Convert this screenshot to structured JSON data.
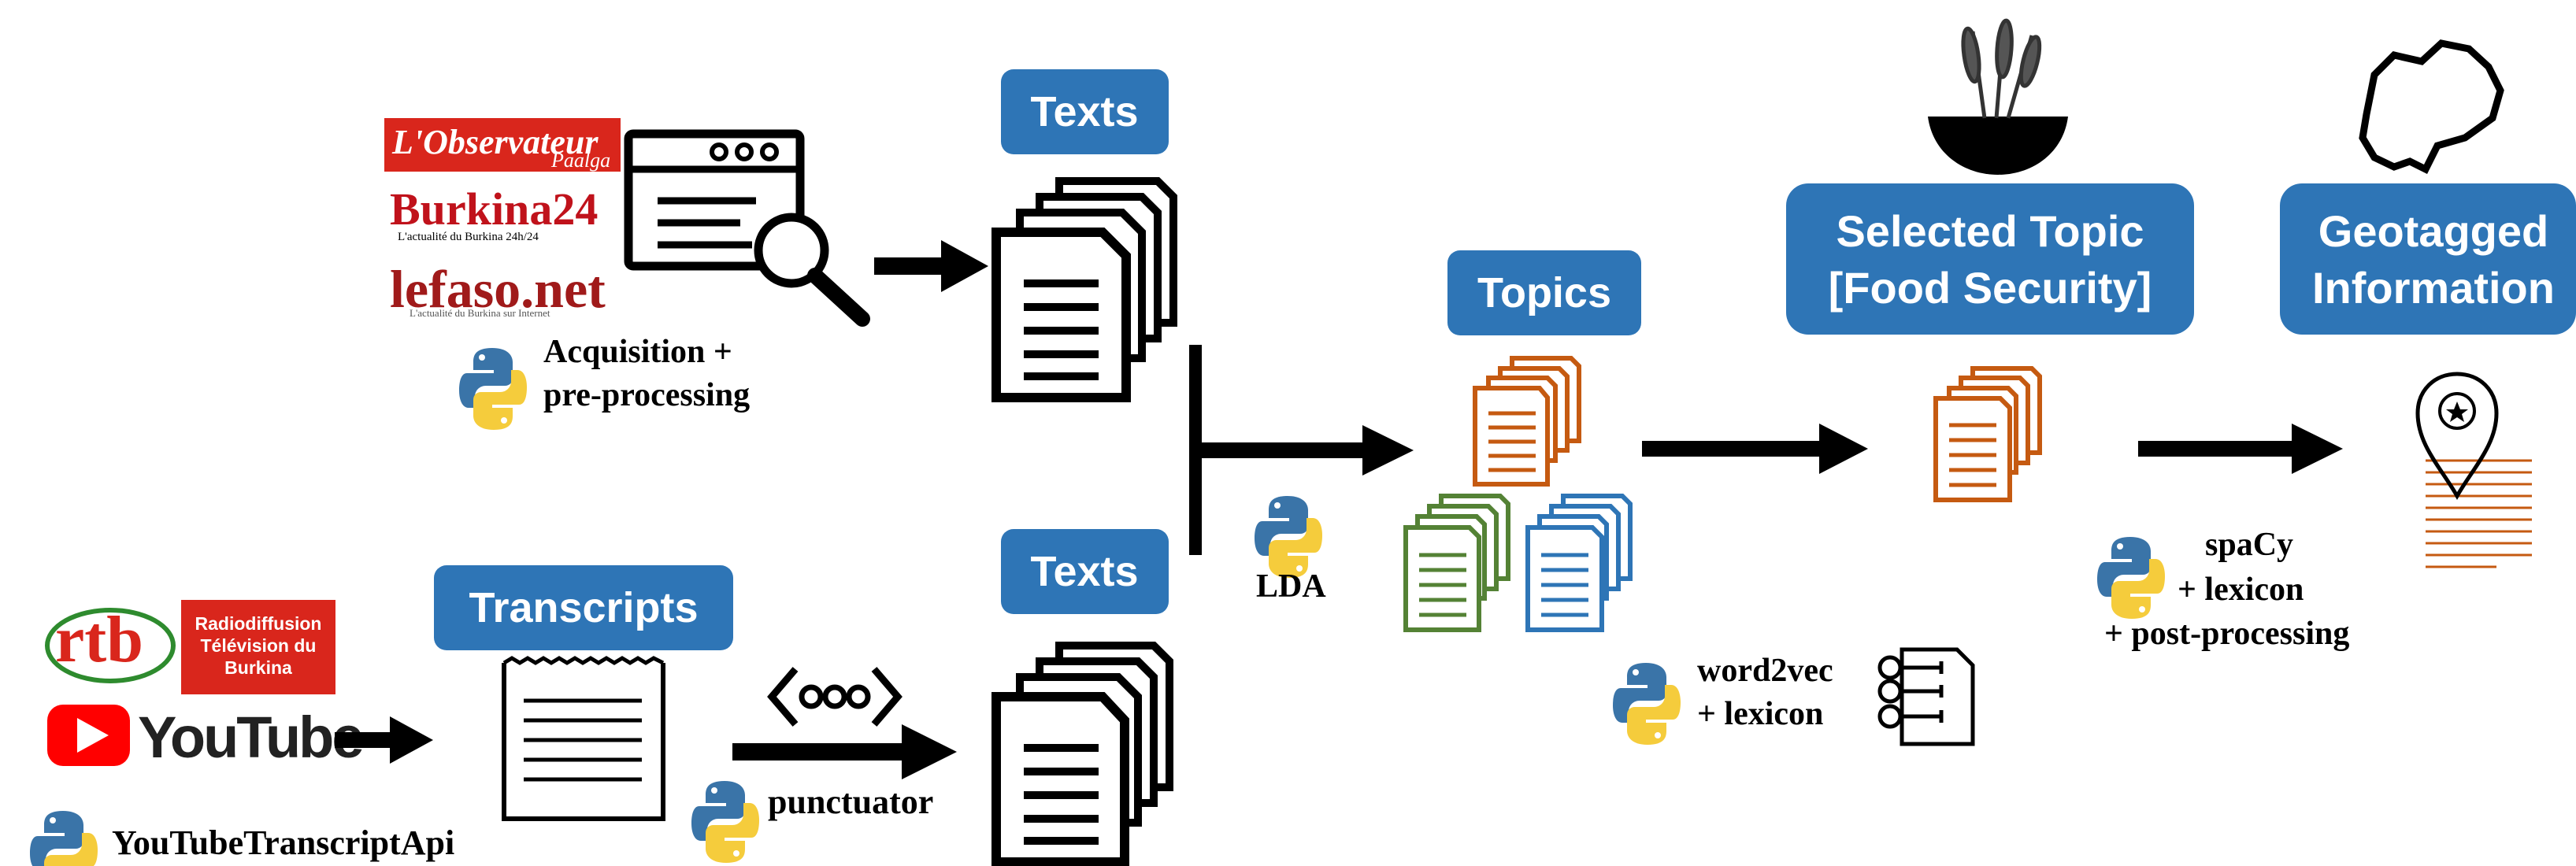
{
  "boxes": {
    "texts_top": "Texts",
    "texts_bottom": "Texts",
    "transcripts": "Transcripts",
    "topics": "Topics",
    "selected_topic_line1": "Selected Topic",
    "selected_topic_line2": "[Food Security]",
    "geotagged_line1": "Geotagged",
    "geotagged_line2": "Information"
  },
  "labels": {
    "acquisition_line1": "Acquisition +",
    "acquisition_line2": "pre-processing",
    "lda": "LDA",
    "punctuator": "punctuator",
    "youtube_api": "YouTubeTranscriptApi",
    "word2vec_line1": "word2vec",
    "word2vec_line2": "+ lexicon",
    "spacy_line1": "spaCy",
    "spacy_line2": "+ lexicon",
    "spacy_line3": "+ post-processing"
  },
  "logos": {
    "observateur_line1": "L'Observateur",
    "observateur_line2": "Paalga",
    "burkina24": "Burkina24",
    "burkina24_tagline": "L'actualité du Burkina 24h/24",
    "lefaso": "lefaso.net",
    "lefaso_tagline": "L'actualité du Burkina sur Internet",
    "rtb": "rtb",
    "rtb_full_line1": "Radiodiffusion",
    "rtb_full_line2": "Télévision du",
    "rtb_full_line3": "Burkina",
    "youtube": "YouTube"
  },
  "colors": {
    "box_blue": "#2e75b6",
    "orange": "#c55a11",
    "green": "#548235",
    "blue_doc": "#2e75b6",
    "python_blue": "#3a74a8",
    "python_yellow": "#f5cc3c",
    "youtube_red": "#ff0000",
    "rtb_red": "#d9261c"
  },
  "icons": [
    "web-search-icon",
    "document-stack-icon",
    "transcript-icon",
    "api-code-icon",
    "python-icon",
    "wheat-bowl-icon",
    "burkina-map-icon",
    "map-pin-icon",
    "network-doc-icon"
  ]
}
